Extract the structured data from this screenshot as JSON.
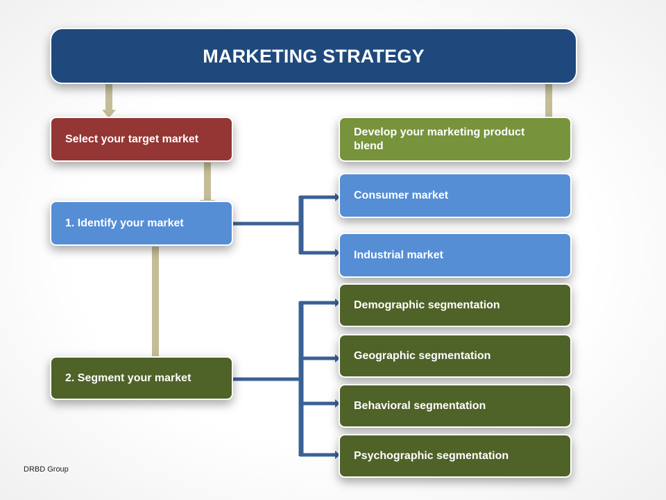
{
  "title": "MARKETING STRATEGY",
  "left": {
    "select": "Select your target market",
    "identify": "1. Identify your market",
    "segment": "2. Segment your market"
  },
  "right": {
    "develop": "Develop your marketing product blend",
    "markets": [
      "Consumer market",
      "Industrial market"
    ],
    "segments": [
      "Demographic segmentation",
      "Geographic segmentation",
      "Behavioral segmentation",
      "Psychographic segmentation"
    ]
  },
  "footer": "DRBD Group",
  "colors": {
    "title": "#1f497d",
    "select": "#943634",
    "develop": "#77933c",
    "identify": "#558ed5",
    "segment": "#4f6228",
    "arrow": "#c4bd97",
    "connector": "#3a6195"
  }
}
